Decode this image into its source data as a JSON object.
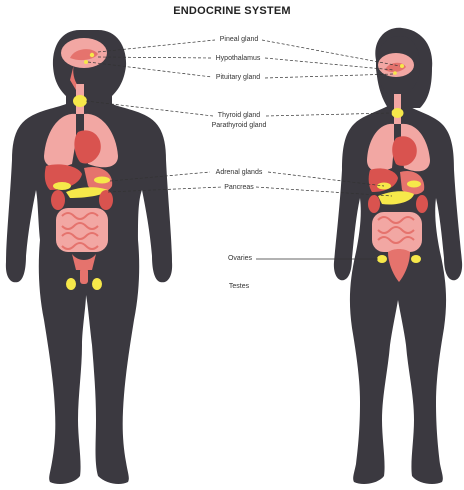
{
  "title": "ENDOCRINE SYSTEM",
  "labels": {
    "pineal": "Pineal gland",
    "hypothalamus": "Hypothalamus",
    "pituitary": "Pituitary gland",
    "thyroid": "Thyroid gland",
    "parathyroid": "Parathyroid gland",
    "adrenal": "Adrenal glands",
    "pancreas": "Pancreas",
    "ovaries": "Ovaries",
    "testes": "Testes"
  },
  "colors": {
    "silhouette": "#3b3940",
    "organ_light": "#f2a7a3",
    "organ_mid": "#e5736d",
    "organ_dark": "#d9534f",
    "gland_yellow": "#f6e84a",
    "leader_line": "#333333"
  }
}
